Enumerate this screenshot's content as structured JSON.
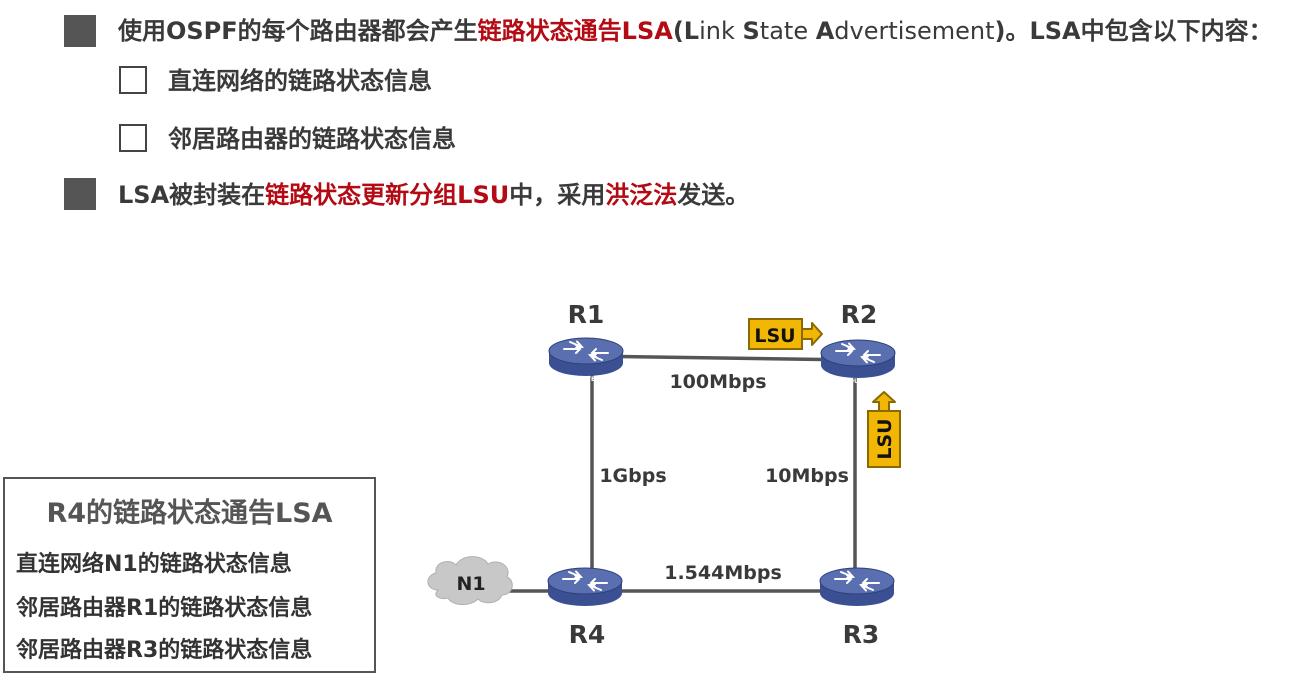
{
  "bullets": [
    {
      "parts": [
        {
          "text": "使用OSPF的每个路由器都会产生",
          "style": "normal"
        },
        {
          "text": "链路状态通告LSA",
          "style": "highlight"
        },
        {
          "text": "(",
          "style": "normal"
        },
        {
          "text": "L",
          "style": "normal"
        },
        {
          "text": "ink ",
          "style": "thin"
        },
        {
          "text": "S",
          "style": "normal"
        },
        {
          "text": "tate ",
          "style": "thin"
        },
        {
          "text": "A",
          "style": "normal"
        },
        {
          "text": "dvertisement",
          "style": "thin"
        },
        {
          "text": ")。LSA中包含以下内容：",
          "style": "normal"
        }
      ],
      "sub_items": [
        "直连网络的链路状态信息",
        "邻居路由器的链路状态信息"
      ]
    },
    {
      "parts": [
        {
          "text": "LSA被封装在",
          "style": "normal"
        },
        {
          "text": "链路状态更新分组LSU",
          "style": "highlight"
        },
        {
          "text": "中，采用",
          "style": "normal"
        },
        {
          "text": "洪泛法",
          "style": "highlight"
        },
        {
          "text": "发送。",
          "style": "normal"
        }
      ]
    }
  ],
  "lsa_box": {
    "title": "R4的链路状态通告LSA",
    "items": [
      "直连网络N1的链路状态信息",
      "邻居路由器R1的链路状态信息",
      "邻居路由器R3的链路状态信息"
    ]
  },
  "diagram": {
    "routers": {
      "r1": {
        "name": "R1",
        "caption": "ROUTER"
      },
      "r2": {
        "name": "R2",
        "caption": "ROUTER"
      },
      "r3": {
        "name": "R3",
        "caption": "ROUTER"
      },
      "r4": {
        "name": "R4",
        "caption": "ROUTER"
      }
    },
    "network": {
      "name": "N1"
    },
    "links": {
      "r1_r2": "100Mbps",
      "r1_r4": "1Gbps",
      "r2_r3": "10Mbps",
      "r4_r3": "1.544Mbps"
    },
    "packets": {
      "horizontal": "LSU",
      "vertical": "LSU"
    },
    "colors": {
      "highlight": "#b40a14",
      "text": "#3a3a3a",
      "router_top": "#5a6fb0",
      "router_side": "#3b4f93",
      "packet_fill": "#f2b705",
      "packet_stroke": "#8a6a00",
      "link": "#555555",
      "cloud": "#c8c8c8"
    }
  }
}
